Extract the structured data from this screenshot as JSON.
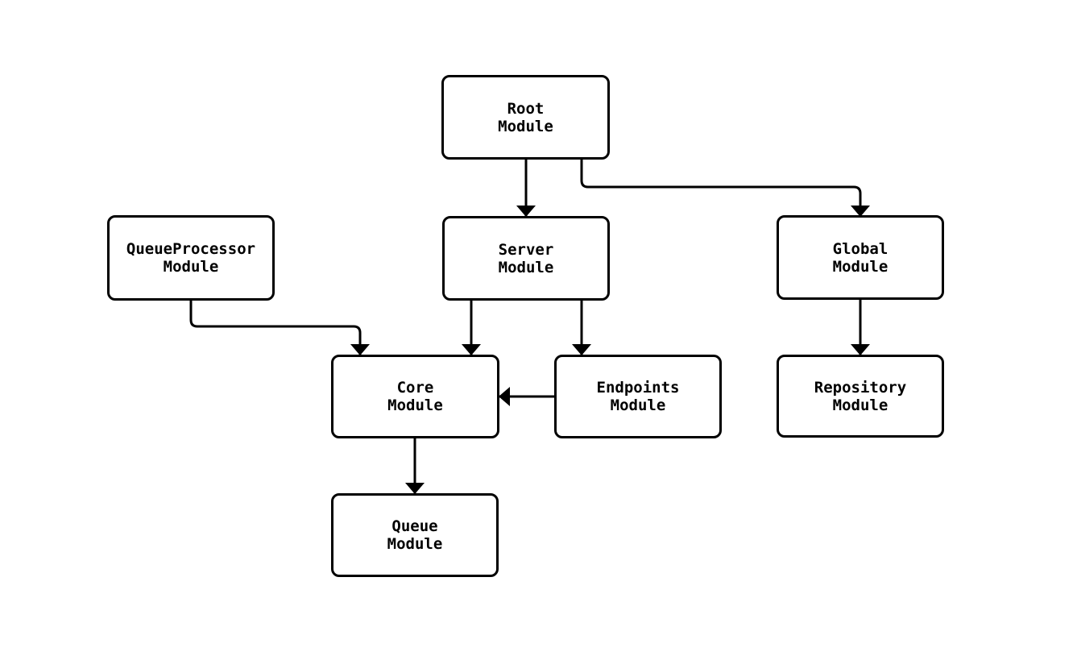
{
  "diagram": {
    "type": "module-dependency-flowchart",
    "colors": {
      "background": "#ffffff",
      "node_fill": "#ffffff",
      "node_border": "#000000",
      "edge": "#000000",
      "text": "#000000"
    },
    "nodes": {
      "root": {
        "line1": "Root",
        "line2": "Module"
      },
      "queueprocessor": {
        "line1": "QueueProcessor",
        "line2": "Module"
      },
      "server": {
        "line1": "Server",
        "line2": "Module"
      },
      "global": {
        "line1": "Global",
        "line2": "Module"
      },
      "core": {
        "line1": "Core",
        "line2": "Module"
      },
      "endpoints": {
        "line1": "Endpoints",
        "line2": "Module"
      },
      "repository": {
        "line1": "Repository",
        "line2": "Module"
      },
      "queue": {
        "line1": "Queue",
        "line2": "Module"
      }
    },
    "edges": [
      {
        "from": "Root Module",
        "to": "Server Module"
      },
      {
        "from": "Root Module",
        "to": "Global Module"
      },
      {
        "from": "QueueProcessor Module",
        "to": "Core Module"
      },
      {
        "from": "Server Module",
        "to": "Core Module"
      },
      {
        "from": "Server Module",
        "to": "Endpoints Module"
      },
      {
        "from": "Endpoints Module",
        "to": "Core Module"
      },
      {
        "from": "Global Module",
        "to": "Repository Module"
      },
      {
        "from": "Core Module",
        "to": "Queue Module"
      }
    ]
  }
}
